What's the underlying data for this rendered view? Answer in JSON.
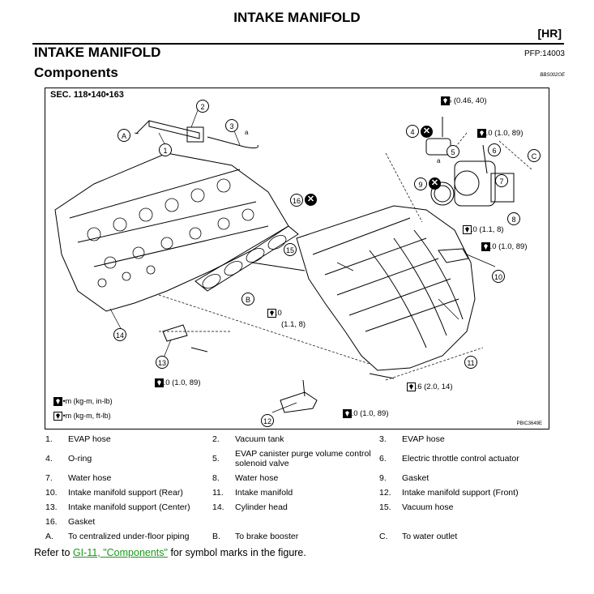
{
  "header": {
    "title": "INTAKE MANIFOLD",
    "tag": "[HR]"
  },
  "section": {
    "title": "INTAKE MANIFOLD",
    "pfp": "PFP:14003",
    "subtitle": "Components",
    "doc_code": "BBS002OE"
  },
  "figure": {
    "sec_label": "SEC. 118•140•163",
    "fig_code": "PBIC3649E",
    "legend_nm_inlb": ": N•m (kg-m, in-lb)",
    "legend_nm_ftlb": ": N•m (kg-m, ft-lb)",
    "torques": {
      "t1": "4.5 (0.46, 40)",
      "t2": "10.0 (1.0, 89)",
      "t3": "11.0 (1.1, 8)",
      "t4": "10.0 (1.0, 89)",
      "t5_a": "11.0",
      "t5_b": "(1.1, 8)",
      "t6": "10.0 (1.0, 89)",
      "t7": "19.6 (2.0, 14)",
      "t8": "10.0 (1.0, 89)"
    },
    "callouts": {
      "c1": "1",
      "c2": "2",
      "c3": "3",
      "c4": "4",
      "c5": "5",
      "c6": "6",
      "c7": "7",
      "c8": "8",
      "c9": "9",
      "c10": "10",
      "c11": "11",
      "c12": "12",
      "c13": "13",
      "c14": "14",
      "c15": "15",
      "c16": "16",
      "cA": "A",
      "cB": "B",
      "cC": "C",
      "mark_a": "a"
    }
  },
  "parts": [
    [
      {
        "num": "1.",
        "name": "EVAP hose"
      },
      {
        "num": "2.",
        "name": "Vacuum tank"
      },
      {
        "num": "3.",
        "name": "EVAP hose"
      }
    ],
    [
      {
        "num": "4.",
        "name": "O-ring"
      },
      {
        "num": "5.",
        "name": "EVAP canister purge volume control solenoid valve"
      },
      {
        "num": "6.",
        "name": "Electric throttle control actuator"
      }
    ],
    [
      {
        "num": "7.",
        "name": "Water hose"
      },
      {
        "num": "8.",
        "name": "Water hose"
      },
      {
        "num": "9.",
        "name": "Gasket"
      }
    ],
    [
      {
        "num": "10.",
        "name": "Intake manifold support (Rear)"
      },
      {
        "num": "11.",
        "name": "Intake manifold"
      },
      {
        "num": "12.",
        "name": "Intake manifold support (Front)"
      }
    ],
    [
      {
        "num": "13.",
        "name": "Intake manifold support (Center)"
      },
      {
        "num": "14.",
        "name": "Cylinder head"
      },
      {
        "num": "15.",
        "name": "Vacuum hose"
      }
    ],
    [
      {
        "num": "16.",
        "name": "Gasket"
      },
      {
        "num": "",
        "name": ""
      },
      {
        "num": "",
        "name": ""
      }
    ],
    [
      {
        "num": "A.",
        "name": "To centralized under-floor piping"
      },
      {
        "num": "B.",
        "name": "To brake booster"
      },
      {
        "num": "C.",
        "name": "To water outlet"
      }
    ]
  ],
  "note": {
    "prefix": "Refer to ",
    "link": "GI-11, \"Components\"",
    "suffix": "  for symbol marks in the figure."
  }
}
